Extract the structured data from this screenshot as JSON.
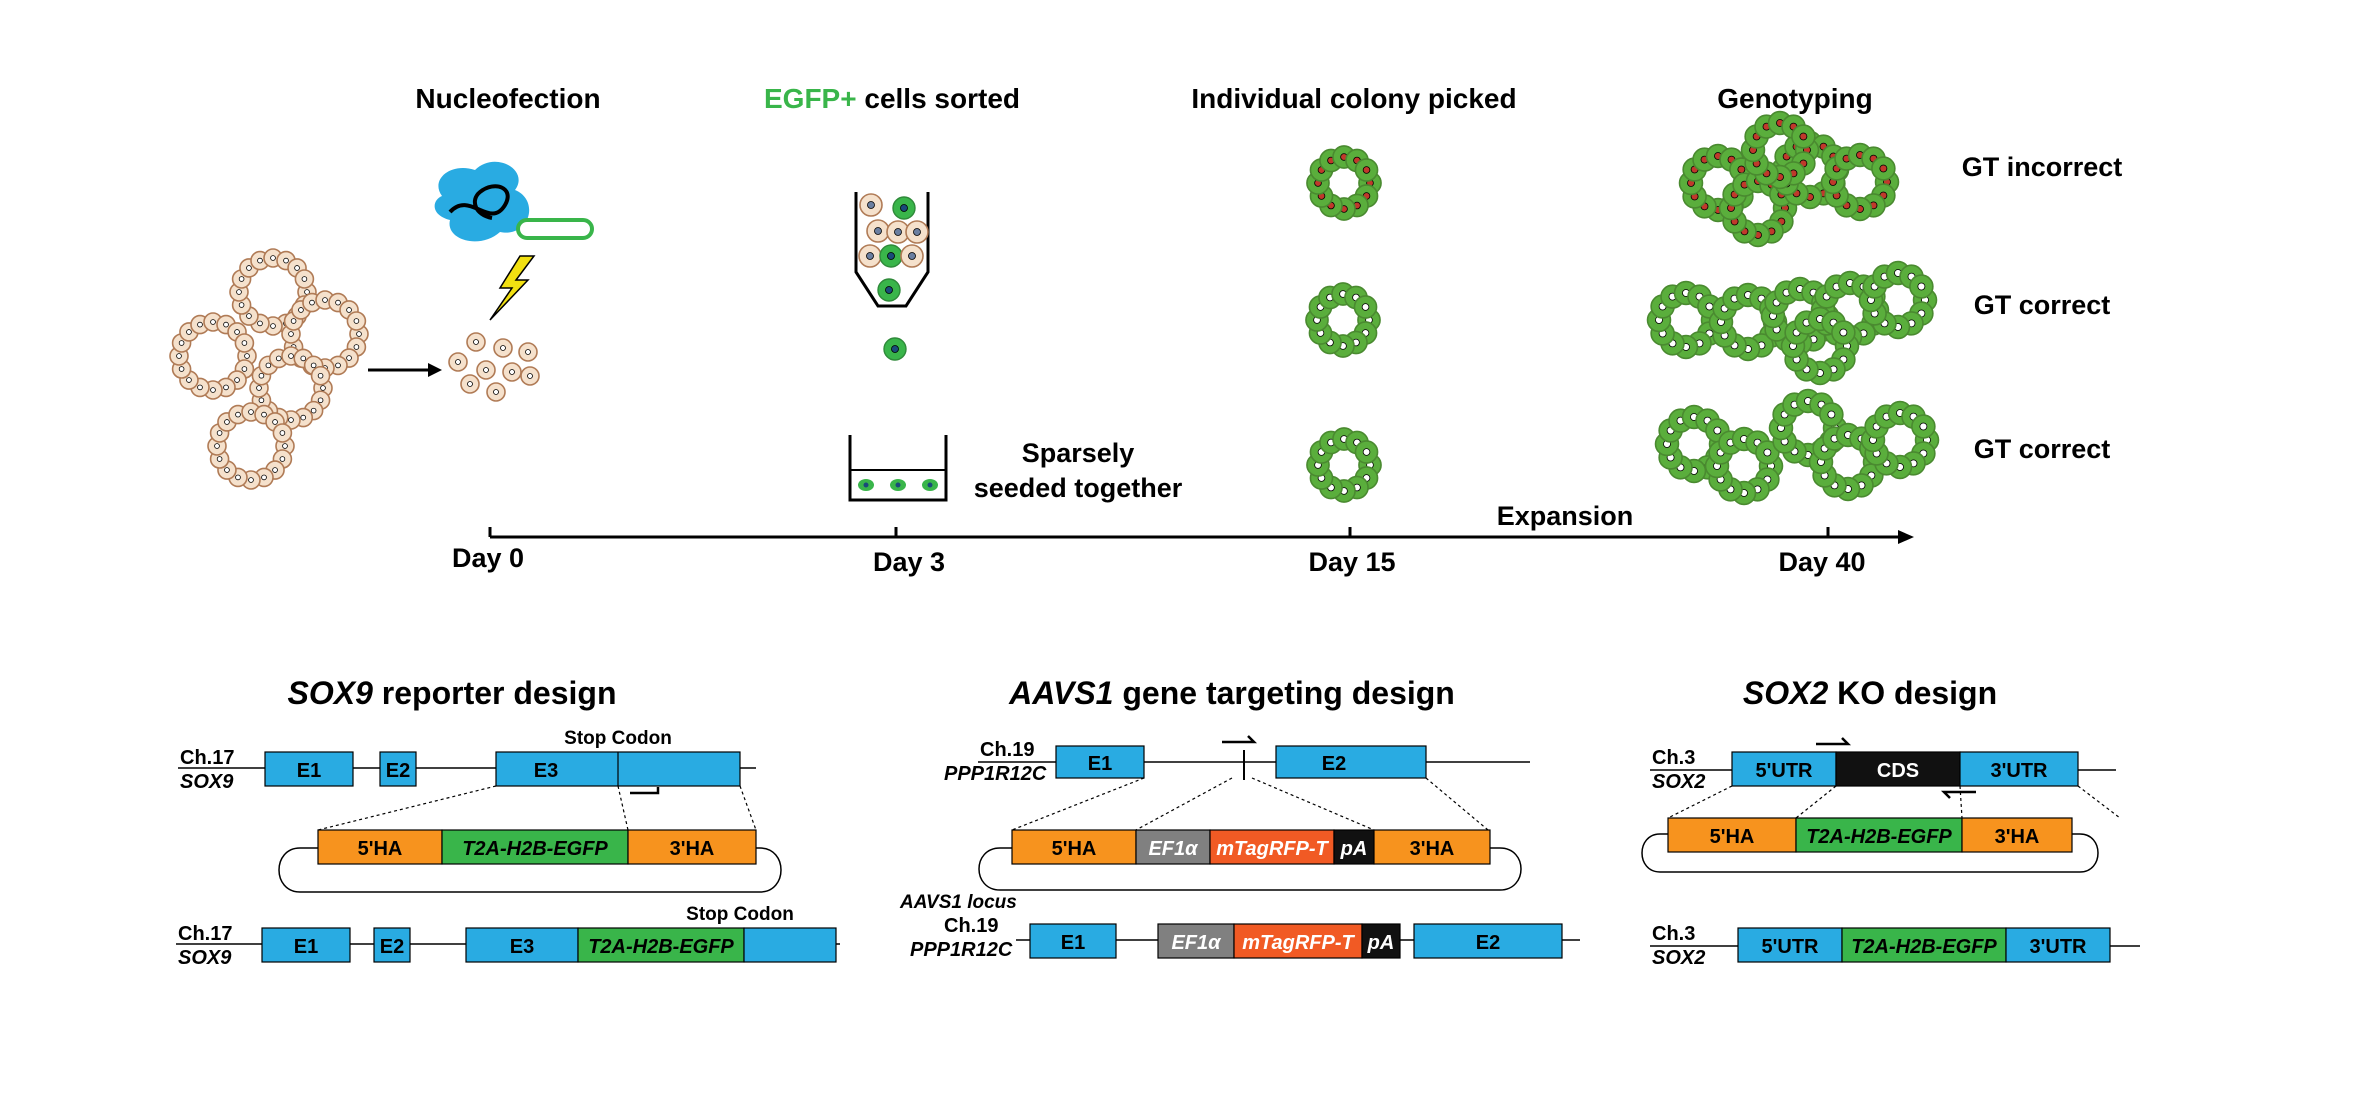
{
  "timeline": {
    "steps": [
      {
        "title": "Nucleofection",
        "title_accent": "",
        "day": "Day 0"
      },
      {
        "title": " cells sorted",
        "title_accent": "EGFP+",
        "day": "Day 3"
      },
      {
        "title": "Individual colony picked",
        "title_accent": "",
        "day": "Day 15"
      },
      {
        "title": "Genotyping",
        "title_accent": "",
        "day": "Day 40"
      }
    ],
    "seed_label_line1": "Sparsely",
    "seed_label_line2": "seeded together",
    "expansion_label": "Expansion",
    "genotype_results": [
      "GT incorrect",
      "GT correct",
      "GT correct"
    ]
  },
  "designs": {
    "sox9": {
      "title_gene": "SOX9",
      "title_rest": " reporter design",
      "chrom": "Ch.17",
      "gene": "SOX9",
      "exons": [
        "E1",
        "E2",
        "E3"
      ],
      "stop_codon": "Stop Codon",
      "donor": [
        "5'HA",
        "T2A-H2B-EGFP",
        "3'HA"
      ]
    },
    "aavs1": {
      "title_gene": "AAVS1",
      "title_rest": " gene targeting design",
      "chrom": "Ch.19",
      "gene": "PPP1R12C",
      "exons": [
        "E1",
        "E2"
      ],
      "locus": "AAVS1 locus",
      "donor": [
        "5'HA",
        "EF1α",
        "mTagRFP-T",
        "pA",
        "3'HA"
      ]
    },
    "sox2": {
      "title_gene": "SOX2",
      "title_rest": " KO design",
      "chrom": "Ch.3",
      "gene": "SOX2",
      "segments": [
        "5'UTR",
        "CDS",
        "3'UTR"
      ],
      "donor": [
        "5'HA",
        "T2A-H2B-EGFP",
        "3'HA"
      ]
    }
  },
  "colors": {
    "exon": "#29abe2",
    "homology_arm": "#f7931e",
    "egfp": "#39b54a",
    "rfp": "#f15a24",
    "promoter": "#808080",
    "black": "#111111",
    "cell_fill": "#f5e1cc",
    "cell_stroke": "#b07b56",
    "colony_green": "#5aae3c",
    "egfp_text": "#39b54a"
  }
}
